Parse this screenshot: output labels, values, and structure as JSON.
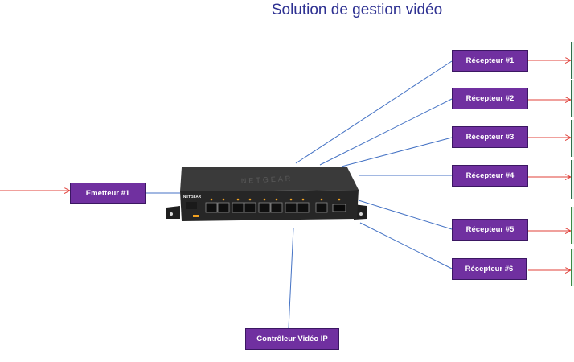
{
  "title": "Solution de gestion vidéo",
  "switch": {
    "brand": "NETGEAR",
    "port_count": 8,
    "sfp_count": 1
  },
  "emitter": {
    "label": "Emetteur #1"
  },
  "controller": {
    "label": "Contrôleur Vidéo IP"
  },
  "receivers": [
    {
      "label": "Récepteur #1"
    },
    {
      "label": "Récepteur #2"
    },
    {
      "label": "Récepteur #3"
    },
    {
      "label": "Récepteur #4"
    },
    {
      "label": "Récepteur #5"
    },
    {
      "label": "Récepteur #6"
    }
  ],
  "colors": {
    "box_fill": "#7030a0",
    "network_line": "#4472c4",
    "signal_arrow": "#e0403a",
    "title": "#2e3192",
    "switch_body": "#2b2b2b"
  }
}
